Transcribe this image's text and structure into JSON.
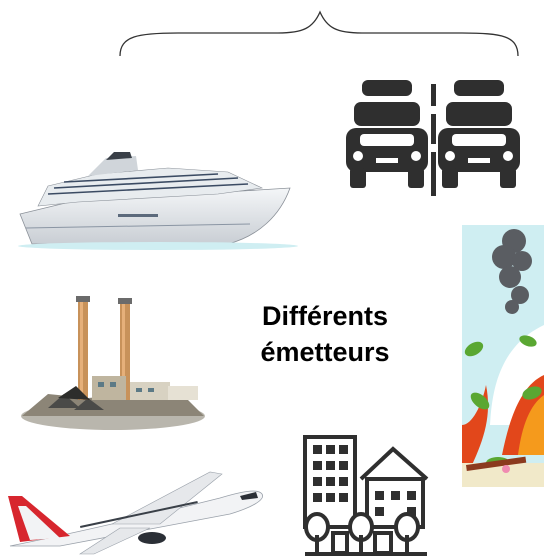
{
  "diagram": {
    "title_line1": "Différents",
    "title_line2": "émetteurs",
    "emitters": [
      "cruise-ship",
      "car-traffic",
      "wildfire",
      "industrial-plant",
      "airplane",
      "buildings"
    ]
  },
  "colors": {
    "text": "#000000",
    "icon_dark": "#2f2f2f",
    "fire_orange": "#e2471b",
    "leaf_green": "#5aa732",
    "water_cyan": "#cfeef2",
    "airplane_red": "#d7262e"
  }
}
